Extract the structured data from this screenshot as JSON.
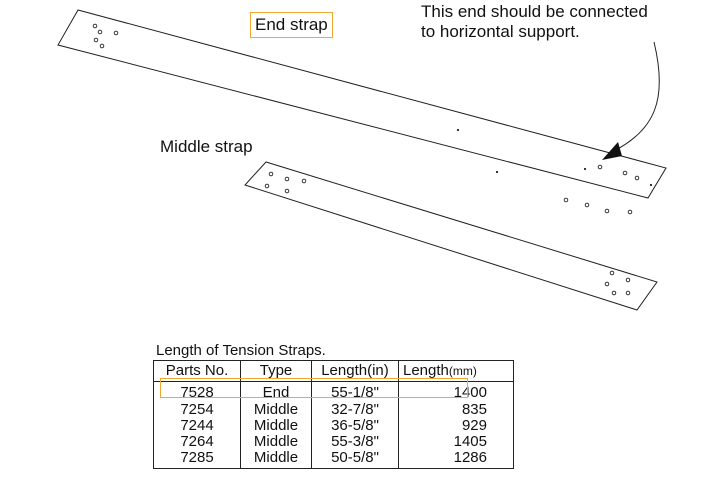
{
  "labels": {
    "end_strap": "End strap",
    "middle_strap": "Middle strap",
    "note_line1": "This end should be connected",
    "note_line2": "to horizontal support."
  },
  "table": {
    "title": "Length of Tension Straps.",
    "headers": [
      "Parts No.",
      "Type",
      "Length(in)",
      "Length"
    ],
    "mm_unit": "(mm)",
    "rows": [
      [
        "7528",
        "End",
        "55-1/8\"",
        "1400"
      ],
      [
        "7254",
        "Middle",
        "32-7/8\"",
        "835"
      ],
      [
        "7244",
        "Middle",
        "36-5/8\"",
        "929"
      ],
      [
        "7264",
        "Middle",
        "55-3/8\"",
        "1405"
      ],
      [
        "7285",
        "Middle",
        "50-5/8\"",
        "1286"
      ]
    ],
    "highlighted_part": "7528"
  },
  "colors": {
    "highlight": "#f0a830",
    "line": "#222222"
  }
}
